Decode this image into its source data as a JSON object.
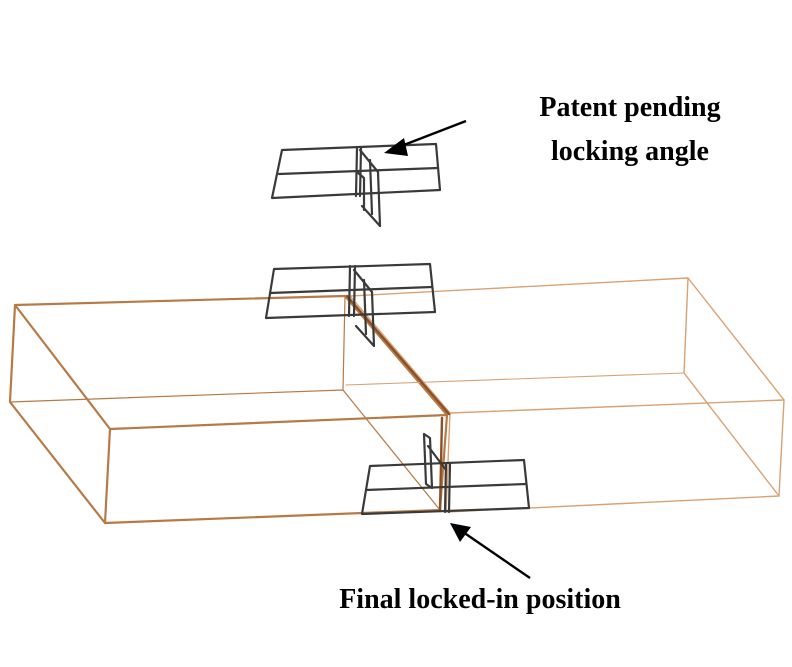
{
  "colors": {
    "box_stroke": "#b87a45",
    "box_stroke_dark": "#8a5028",
    "bracket_stroke": "#3a3a3a",
    "arrow": "#000000",
    "text": "#000000"
  },
  "labels": {
    "top_line1": "Patent pending",
    "top_line2": "locking angle",
    "bottom": "Final locked-in position"
  }
}
